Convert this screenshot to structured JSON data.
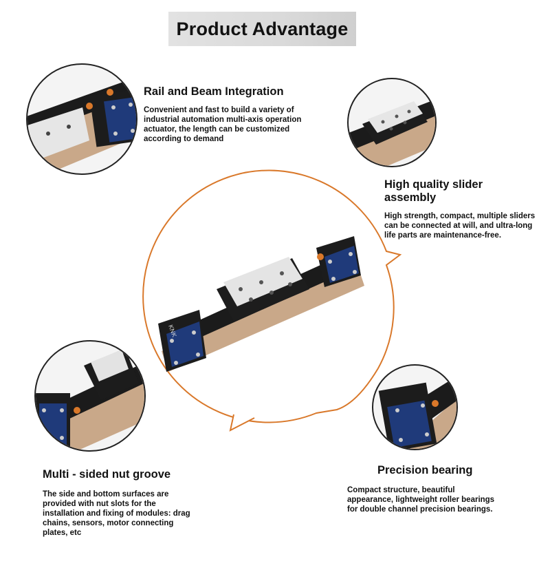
{
  "title": "Product Advantage",
  "features": [
    {
      "heading": "Rail and Beam Integration",
      "body": "Convenient and fast to build a variety of industrial automation multi-axis operation actuator, the length can be customized according to demand"
    },
    {
      "heading": "High quality slider assembly",
      "body": "High strength, compact, multiple sliders can be connected at will, and ultra-long life parts are maintenance-free."
    },
    {
      "heading": "Multi - sided nut groove",
      "body": "The side and bottom surfaces are provided with nut slots for the installation and fixing of modules: drag chains, sensors, motor connecting plates, etc"
    },
    {
      "heading": "Precision bearing",
      "body": "Compact structure, beautiful appearance, lightweight roller bearings for double channel precision bearings."
    }
  ],
  "colors": {
    "accent": "#d9782a",
    "endcap": "#1f3a7a",
    "rail": "#c8a98a",
    "body": "#1a1a1a"
  },
  "brand_mark": "KNK"
}
